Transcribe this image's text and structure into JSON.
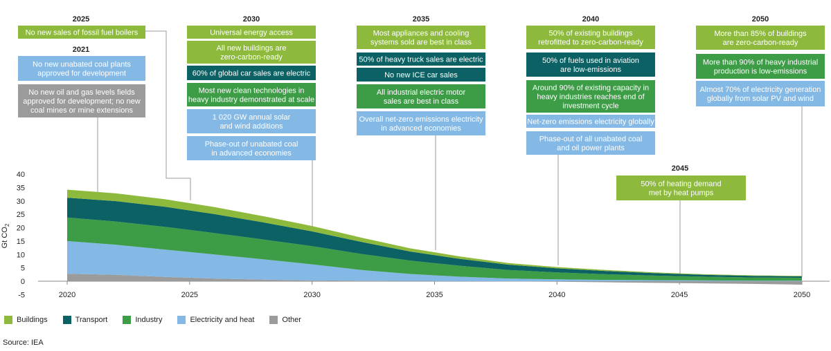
{
  "chart_data": {
    "type": "area",
    "stacked": true,
    "ylabel_main": "Gt CO",
    "ylabel_sub": "2",
    "ylim": [
      -5,
      40
    ],
    "yticks": [
      -5,
      0,
      5,
      10,
      15,
      20,
      25,
      30,
      35,
      40
    ],
    "xticks": [
      2020,
      2025,
      2030,
      2035,
      2040,
      2045,
      2050
    ],
    "xlim": [
      2019,
      2051
    ],
    "x": [
      2020,
      2022,
      2024,
      2026,
      2028,
      2030,
      2032,
      2034,
      2036,
      2038,
      2040,
      2042,
      2044,
      2046,
      2048,
      2050
    ],
    "series": [
      {
        "name": "Other",
        "color": "#9b9b9b",
        "values": [
          2.8,
          2.4,
          1.6,
          1.0,
          0.6,
          0.3,
          0.2,
          0.1,
          0.0,
          -0.1,
          -0.2,
          -0.4,
          -0.6,
          -0.8,
          -1.0,
          -1.3
        ]
      },
      {
        "name": "Electricity and heat",
        "color": "#84b9e6",
        "values": [
          12.2,
          11.2,
          10.2,
          9.0,
          7.6,
          6.0,
          4.0,
          2.6,
          1.7,
          1.0,
          0.7,
          0.5,
          0.4,
          0.3,
          0.2,
          0.2
        ]
      },
      {
        "name": "Industry",
        "color": "#3d9c46",
        "values": [
          8.8,
          8.7,
          8.5,
          8.0,
          7.4,
          6.8,
          6.0,
          5.0,
          4.1,
          3.2,
          2.6,
          2.1,
          1.7,
          1.4,
          1.2,
          1.1
        ]
      },
      {
        "name": "Transport",
        "color": "#0b6163",
        "values": [
          7.4,
          7.6,
          7.5,
          7.1,
          6.4,
          5.5,
          4.5,
          3.4,
          2.6,
          2.0,
          1.5,
          1.2,
          0.9,
          0.7,
          0.6,
          0.5
        ]
      },
      {
        "name": "Buildings",
        "color": "#8dba3c",
        "values": [
          3.0,
          2.9,
          2.8,
          2.6,
          2.3,
          2.0,
          1.6,
          1.2,
          0.9,
          0.6,
          0.5,
          0.4,
          0.3,
          0.2,
          0.2,
          0.2
        ]
      }
    ]
  },
  "milestones": [
    {
      "year": "2025",
      "boxes": [
        {
          "text": [
            "No new sales of fossil fuel boilers"
          ],
          "category": "Buildings"
        }
      ]
    },
    {
      "year": "2021",
      "boxes": [
        {
          "text": [
            "No new unabated coal plants",
            "approved for development"
          ],
          "category": "Electricity and heat"
        },
        {
          "text": [
            "No new oil and gas levels fields",
            "approved for development; no new",
            "coal mines or mine extensions"
          ],
          "category": "Other"
        }
      ]
    },
    {
      "year": "2030",
      "boxes": [
        {
          "text": [
            "Universal energy access"
          ],
          "category": "Buildings"
        },
        {
          "text": [
            "All new buildings are",
            "zero-carbon-ready"
          ],
          "category": "Buildings"
        },
        {
          "text": [
            "60% of global car sales are electric"
          ],
          "category": "Transport"
        },
        {
          "text": [
            "Most new clean technologies in",
            "heavy industry demonstrated at scale"
          ],
          "category": "Industry"
        },
        {
          "text": [
            "1 020 GW annual solar",
            "and wind additions"
          ],
          "category": "Electricity and heat"
        },
        {
          "text": [
            "Phase-out of unabated coal",
            "in advanced economies"
          ],
          "category": "Electricity and heat"
        }
      ]
    },
    {
      "year": "2035",
      "boxes": [
        {
          "text": [
            "Most appliances and cooling",
            "systems sold are best in class"
          ],
          "category": "Buildings"
        },
        {
          "text": [
            "50% of heavy truck sales are electric"
          ],
          "category": "Transport"
        },
        {
          "text": [
            "No new ICE car sales"
          ],
          "category": "Transport"
        },
        {
          "text": [
            "All industrial electric motor",
            "sales are best in class"
          ],
          "category": "Industry"
        },
        {
          "text": [
            "Overall net-zero emissions electricity",
            "in advanced economies"
          ],
          "category": "Electricity and heat"
        }
      ]
    },
    {
      "year": "2040",
      "boxes": [
        {
          "text": [
            "50% of existing buildings",
            "retrofitted to zero-carbon-ready"
          ],
          "category": "Buildings"
        },
        {
          "text": [
            "50% of fuels used in aviation",
            "are low-emissions"
          ],
          "category": "Transport"
        },
        {
          "text": [
            "Around 90% of existing capacity in",
            "heavy industries reaches end of",
            "investment cycle"
          ],
          "category": "Industry"
        },
        {
          "text": [
            "Net-zero emissions electricity globally"
          ],
          "category": "Electricity and heat"
        },
        {
          "text": [
            "Phase-out of all unabated coal",
            "and oil power plants"
          ],
          "category": "Electricity and heat"
        }
      ]
    },
    {
      "year": "2045",
      "boxes": [
        {
          "text": [
            "50% of heating demand",
            "met by heat pumps"
          ],
          "category": "Buildings"
        }
      ]
    },
    {
      "year": "2050",
      "boxes": [
        {
          "text": [
            "More than 85% of buildings",
            "are zero-carbon-ready"
          ],
          "category": "Buildings"
        },
        {
          "text": [
            "More than 90% of heavy industrial",
            "production is low-emissions"
          ],
          "category": "Industry"
        },
        {
          "text": [
            "Almost 70% of electricity generation",
            "globally from solar PV and wind"
          ],
          "category": "Electricity and heat"
        }
      ]
    }
  ],
  "legend": [
    {
      "label": "Buildings",
      "color": "#8dba3c"
    },
    {
      "label": "Transport",
      "color": "#0b6163"
    },
    {
      "label": "Industry",
      "color": "#3d9c46"
    },
    {
      "label": "Electricity and heat",
      "color": "#84b9e6"
    },
    {
      "label": "Other",
      "color": "#9b9b9b"
    }
  ],
  "source": "Source: IEA"
}
